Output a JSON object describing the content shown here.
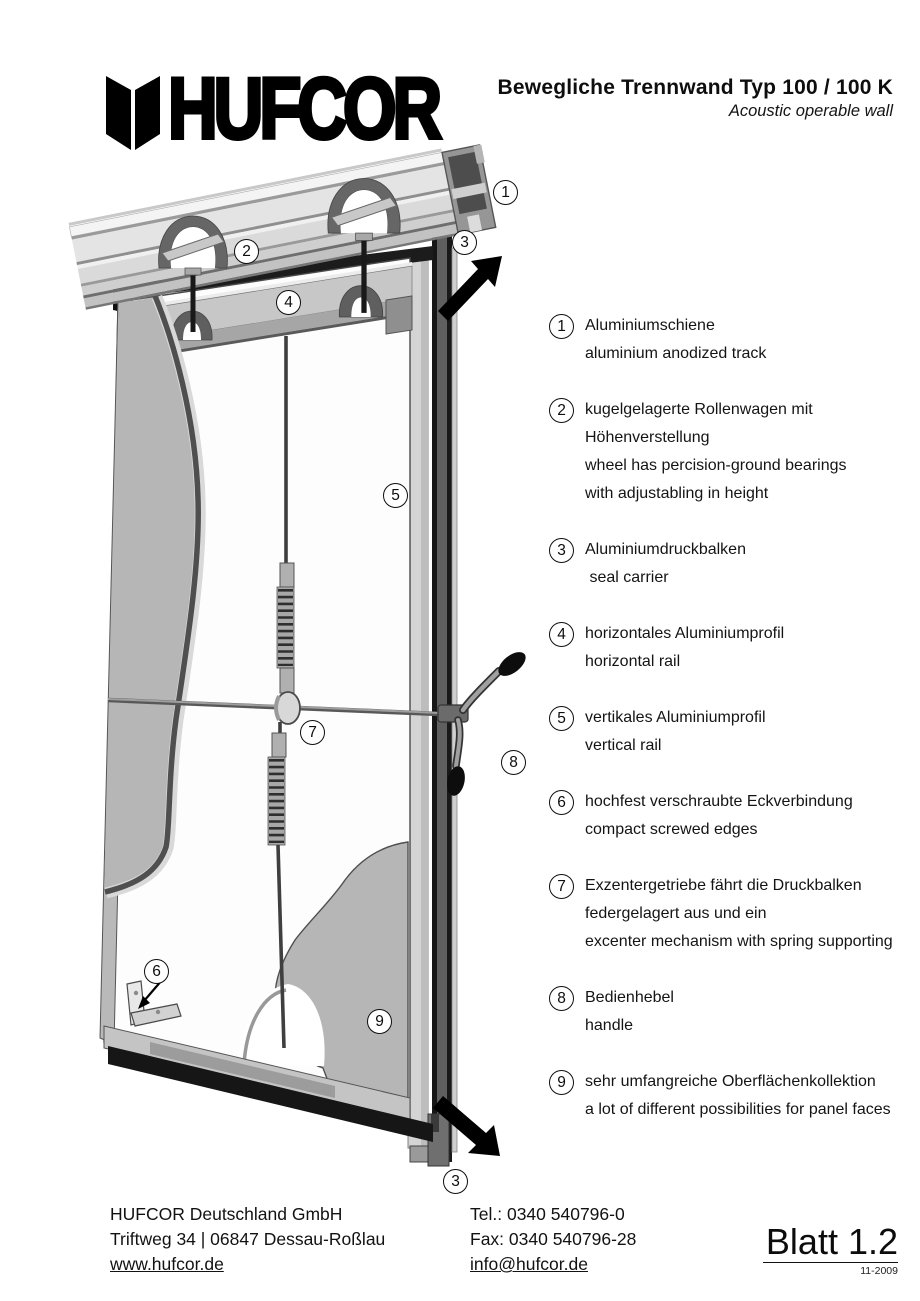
{
  "header": {
    "logo_text": "HUFCOR",
    "title": "Bewegliche Trennwand Typ 100 / 100 K",
    "subtitle": "Acoustic operable wall"
  },
  "diagram": {
    "callouts": [
      "1",
      "2",
      "3",
      "4",
      "5",
      "6",
      "7",
      "8",
      "9",
      "3"
    ]
  },
  "legend": {
    "items": [
      {
        "num": "1",
        "lines": [
          "Aluminiumschiene",
          "aluminium anodized track"
        ]
      },
      {
        "num": "2",
        "lines": [
          "kugelgelagerte Rollenwagen mit",
          "Höhenverstellung",
          "wheel has percision-ground bearings",
          "with adjustabling in height"
        ]
      },
      {
        "num": "3",
        "lines": [
          "Aluminiumdruckbalken",
          " seal carrier"
        ]
      },
      {
        "num": "4",
        "lines": [
          "horizontales Aluminiumprofil",
          "horizontal rail"
        ]
      },
      {
        "num": "5",
        "lines": [
          "vertikales Aluminiumprofil",
          "vertical rail"
        ]
      },
      {
        "num": "6",
        "lines": [
          "hochfest verschraubte Eckverbindung",
          "compact screwed edges"
        ]
      },
      {
        "num": "7",
        "lines": [
          "Exzentergetriebe fährt die Druckbalken",
          "federgelagert aus und ein",
          "excenter mechanism with spring supporting"
        ]
      },
      {
        "num": "8",
        "lines": [
          "Bedienhebel",
          "handle"
        ]
      },
      {
        "num": "9",
        "lines": [
          "sehr umfangreiche Oberflächenkollektion",
          "a lot of different possibilities for panel faces"
        ]
      }
    ]
  },
  "footer": {
    "company": "HUFCOR Deutschland GmbH",
    "address": "Triftweg 34 | 06847 Dessau-Roßlau",
    "website": "www.hufcor.de",
    "tel": "Tel.:  0340 540796-0",
    "fax": "Fax:  0340 540796-28",
    "email": "info@hufcor.de",
    "sheet": "Blatt 1.2",
    "edition": "11-2009"
  }
}
